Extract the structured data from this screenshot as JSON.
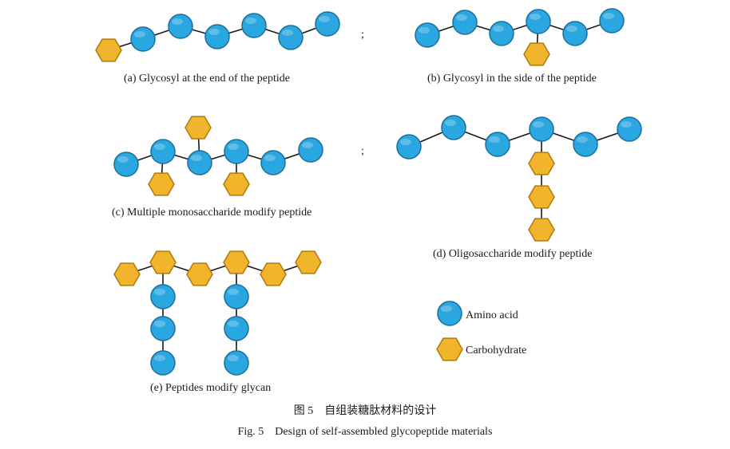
{
  "panels": {
    "a": {
      "caption": "(a) Glycosyl at the end of the peptide"
    },
    "b": {
      "caption": "(b) Glycosyl in the side of the peptide"
    },
    "c": {
      "caption": "(c) Multiple monosaccharide modify peptide"
    },
    "d": {
      "caption": "(d) Oligosaccharide modify peptide"
    },
    "e": {
      "caption": "(e) Peptides modify glycan"
    }
  },
  "separators": [
    ";",
    ";"
  ],
  "legend": [
    {
      "shape": "circle",
      "label": "Amino acid"
    },
    {
      "shape": "hexagon",
      "label": "Carbohydrate"
    }
  ],
  "figure_caption": {
    "zh": "图 5　自组装糖肽材料的设计",
    "en": "Fig. 5　Design of self-assembled glycopeptide materials"
  },
  "colors": {
    "amino_acid_fill": "#2aa6e0",
    "amino_acid_stroke": "#1a6f9c",
    "carbohydrate_fill": "#f0b52c",
    "carbohydrate_stroke": "#b07a0e",
    "bond": "#1a1a1a"
  }
}
